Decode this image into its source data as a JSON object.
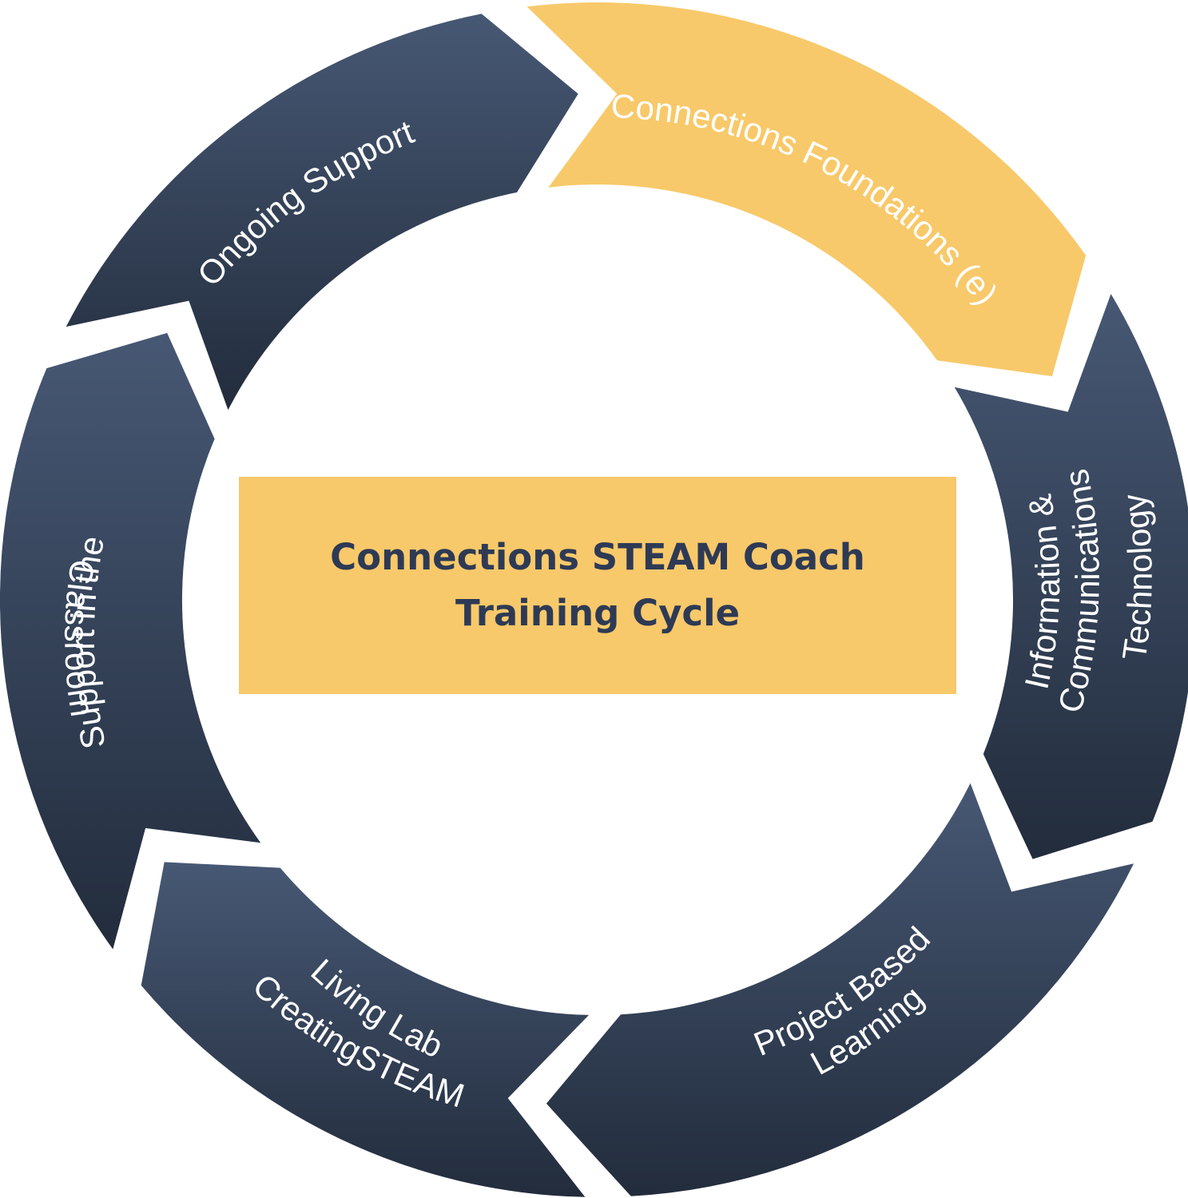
{
  "diagram": {
    "type": "cycle",
    "center": {
      "title_line1": "Connections STEAM Coach",
      "title_line2": "Training Cycle"
    },
    "segments": [
      {
        "id": "connections-foundations",
        "lines": [
          "Connections Foundations (e)"
        ],
        "highlighted": true
      },
      {
        "id": "ict",
        "lines": [
          "Information &",
          "Communications",
          "Technology"
        ],
        "highlighted": false
      },
      {
        "id": "pbl",
        "lines": [
          "Project Based",
          "Learning"
        ],
        "highlighted": false
      },
      {
        "id": "living-lab",
        "lines": [
          "Living Lab",
          "CreatingSTEAM"
        ],
        "highlighted": false
      },
      {
        "id": "support-classroom",
        "lines": [
          "Support in the",
          "Classroom"
        ],
        "highlighted": false
      },
      {
        "id": "ongoing-support",
        "lines": [
          "Ongoing Support"
        ],
        "highlighted": false
      }
    ]
  },
  "colors": {
    "highlight": "#f8c96a",
    "dark_top": "#475874",
    "dark_bottom": "#222c3c",
    "center_box": "#f8c96a",
    "center_text": "#2e3a55",
    "label_text": "#ffffff"
  }
}
